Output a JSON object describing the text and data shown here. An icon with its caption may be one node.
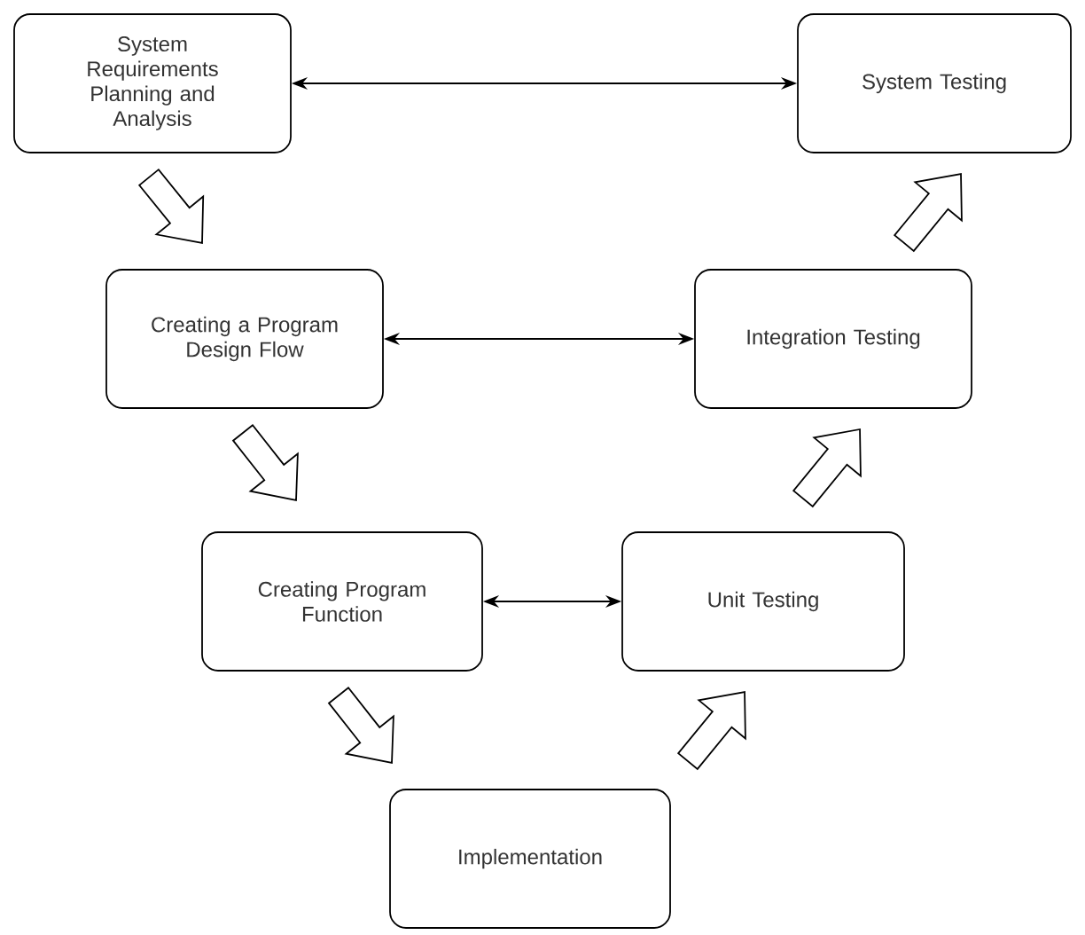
{
  "diagram": {
    "nodes": [
      {
        "text": [
          "System Requirements Planning and Analysis"
        ]
      },
      {
        "text": [
          "System Testing"
        ]
      },
      {
        "text": [
          "Creating a Program Design Flow"
        ]
      },
      {
        "text": [
          "Integration Testing"
        ]
      },
      {
        "text": [
          "Creating Program Function"
        ]
      },
      {
        "text": [
          "Unit Testing"
        ]
      },
      {
        "text": [
          "Implementation"
        ]
      }
    ],
    "edges": [
      {
        "from": 0,
        "to": 1,
        "arrow": "both"
      },
      {
        "from": 0,
        "to": 2,
        "arrow": "to"
      },
      {
        "from": 2,
        "to": 3,
        "arrow": "both"
      },
      {
        "from": 2,
        "to": 4,
        "arrow": "to"
      },
      {
        "from": 4,
        "to": 5,
        "arrow": "both"
      },
      {
        "from": 4,
        "to": 6,
        "arrow": "to"
      },
      {
        "from": 6,
        "to": 5,
        "arrow": "to"
      },
      {
        "from": 5,
        "to": 3,
        "arrow": "to"
      },
      {
        "from": 3,
        "to": 1,
        "arrow": "to"
      }
    ]
  }
}
